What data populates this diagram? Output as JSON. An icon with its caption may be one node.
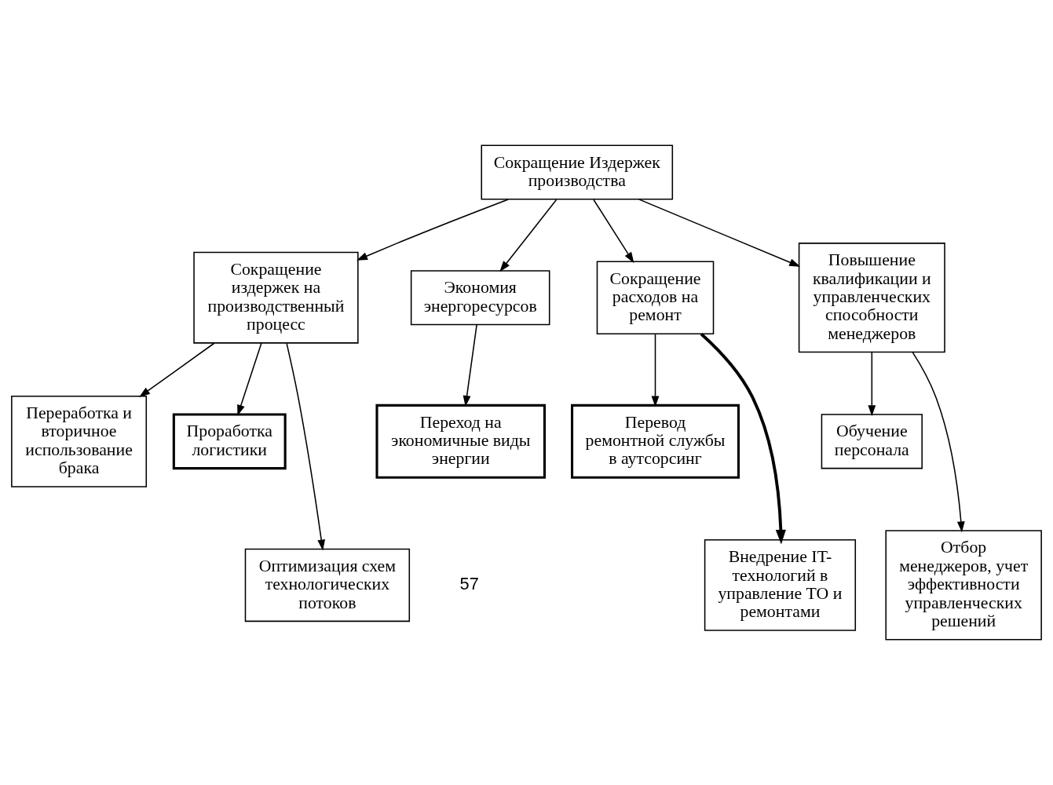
{
  "diagram": {
    "nodes": [
      {
        "text": [
          "Сокращение Издержек производства"
        ]
      },
      {
        "text": [
          "Сокращение издержек на производственный процесс"
        ]
      },
      {
        "text": [
          "Экономия энергоресурсов"
        ]
      },
      {
        "text": [
          "Сокращение расходов на ремонт"
        ]
      },
      {
        "text": [
          "Повышение квалификации и управленческих способности менеджеров"
        ]
      },
      {
        "text": [
          "Переработка и вторичное использование брака"
        ]
      },
      {
        "text": [
          "Проработка логистики"
        ]
      },
      {
        "text": [
          "Оптимизация схем технологических потоков"
        ]
      },
      {
        "text": [
          "Переход на экономичные виды энергии"
        ]
      },
      {
        "text": [
          "Перевод ремонтной службы в аутсорсинг"
        ]
      },
      {
        "text": [
          "Внедрение IT- технологий в управление ТО и ремонтами"
        ]
      },
      {
        "text": [
          "Обучение персонала"
        ]
      },
      {
        "text": [
          "Отбор менеджеров, учет эффективности управленческих решений"
        ]
      }
    ],
    "edges": [
      {
        "from": 0,
        "to": 1,
        "arrow": "to"
      },
      {
        "from": 0,
        "to": 2,
        "arrow": "to"
      },
      {
        "from": 0,
        "to": 3,
        "arrow": "to"
      },
      {
        "from": 0,
        "to": 4,
        "arrow": "to"
      },
      {
        "from": 1,
        "to": 5,
        "arrow": "to"
      },
      {
        "from": 1,
        "to": 7,
        "arrow": "to"
      },
      {
        "from": 1,
        "to": 6,
        "arrow": "to"
      },
      {
        "from": 2,
        "to": 8,
        "arrow": "to"
      },
      {
        "from": 3,
        "to": 9,
        "arrow": "to"
      },
      {
        "from": 3,
        "to": 10,
        "arrow": "to",
        "style": "thick"
      },
      {
        "from": 4,
        "to": 11,
        "arrow": "to"
      },
      {
        "from": 4,
        "to": 12,
        "arrow": "to"
      }
    ],
    "labels": [
      "57"
    ]
  }
}
